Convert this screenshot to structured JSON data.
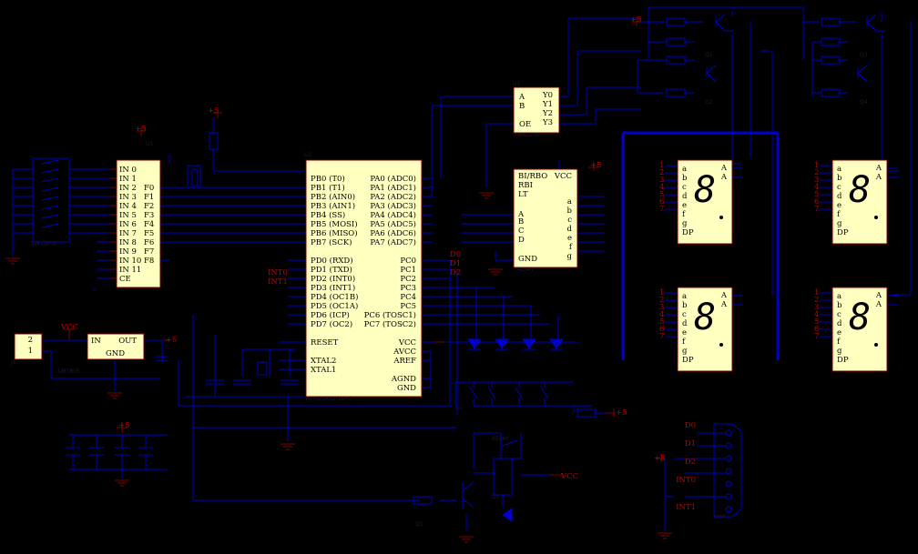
{
  "encoder": {
    "inputs": [
      "IN 0",
      "IN 1",
      "IN 2",
      "IN 3",
      "IN 4",
      "IN 5",
      "IN 6",
      "IN 7",
      "IN 8",
      "IN 9",
      "IN 10",
      "IN 11"
    ],
    "outputs": [
      "F0",
      "F1",
      "F2",
      "F3",
      "F4",
      "F5",
      "F6",
      "F7",
      "F8"
    ],
    "ce": "CE"
  },
  "mcu": {
    "left_pins": [
      "PB0 (T0)",
      "PB1 (T1)",
      "PB2 (AIN0)",
      "PB3 (AIN1)",
      "PB4 (SS)",
      "PB5 (MOSI)",
      "PB6 (MISO)",
      "PB7 (SCK)",
      "PD0 (RXD)",
      "PD1 (TXD)",
      "PD2 (INT0)",
      "PD3 (INT1)",
      "PD4 (OC1B)",
      "PD5 (OC1A)",
      "PD6 (ICP)",
      "PD7 (OC2)",
      "RESET",
      "XTAL2",
      "XTAL1"
    ],
    "right_pins": [
      "PA0 (ADC0)",
      "PA1 (ADC1)",
      "PA2 (ADC2)",
      "PA3 (ADC3)",
      "PA4 (ADC4)",
      "PA5 (ADC5)",
      "PA6 (ADC6)",
      "PA7 (ADC7)",
      "PC0",
      "PC1",
      "PC2",
      "PC3",
      "PC4",
      "PC5",
      "PC6 (TOSC1)",
      "PC7 (TOSC2)",
      "VCC",
      "AVCC",
      "AREF",
      "AGND",
      "GND"
    ],
    "net_left": [
      "INT0",
      "INT1"
    ],
    "net_right": [
      "D0",
      "D1",
      "D2"
    ]
  },
  "decoder2": {
    "left": [
      "A",
      "B",
      "OE"
    ],
    "right": [
      "Y0",
      "Y1",
      "Y2",
      "Y3"
    ]
  },
  "bcd": {
    "left": [
      "BI/RBO",
      "RBI",
      "LT",
      "A",
      "B",
      "C",
      "D",
      "GND"
    ],
    "vcc": "VCC",
    "right": [
      "a",
      "b",
      "c",
      "d",
      "e",
      "f",
      "g"
    ]
  },
  "seven_seg": {
    "pins": [
      "a",
      "b",
      "c",
      "d",
      "e",
      "f",
      "g",
      "DP"
    ],
    "common": [
      "A",
      "A"
    ],
    "digit": "8",
    "nums": [
      "1",
      "2",
      "3",
      "4",
      "5",
      "6",
      "7"
    ]
  },
  "regulator": {
    "in": "IN",
    "out": "OUT",
    "gnd": "GND"
  },
  "connector": [
    "2",
    "1"
  ],
  "labels": {
    "vcc": "VCC",
    "plus5": "+5",
    "db9_nets": [
      "D0",
      "D1",
      "D2",
      "INT0",
      "INT1"
    ]
  },
  "colors": {
    "wire": "#0000c8",
    "body": "#ffffc0",
    "outline": "#800000",
    "net": "#c00000"
  }
}
